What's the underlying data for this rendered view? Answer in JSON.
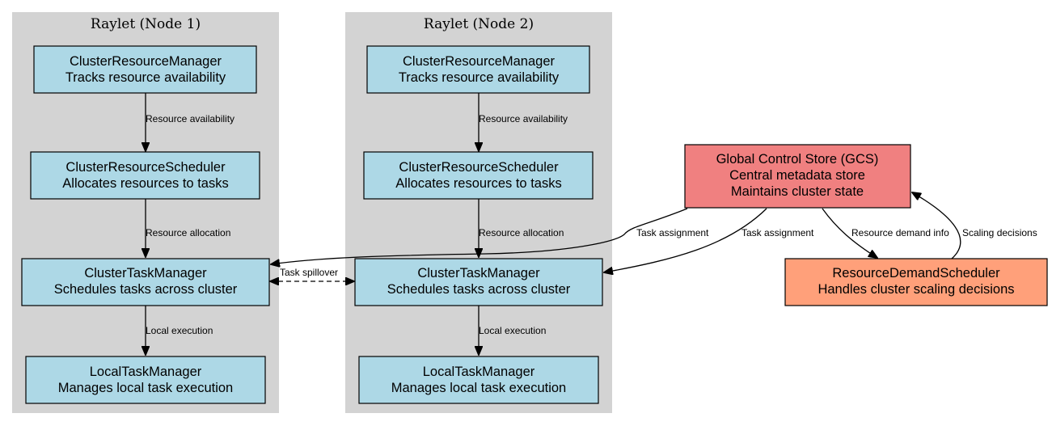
{
  "colors": {
    "cluster_bg": "#d3d3d3",
    "node_blue": "#add8e6",
    "gcs": "#f08080",
    "demand_scheduler": "#ffa07a"
  },
  "clusters": {
    "node1": {
      "title": "Raylet (Node 1)"
    },
    "node2": {
      "title": "Raylet (Node 2)"
    }
  },
  "nodes": {
    "crm1": {
      "line1": "ClusterResourceManager",
      "line2": "Tracks resource availability"
    },
    "crs1": {
      "line1": "ClusterResourceScheduler",
      "line2": "Allocates resources to tasks"
    },
    "ctm1": {
      "line1": "ClusterTaskManager",
      "line2": "Schedules tasks across cluster"
    },
    "ltm1": {
      "line1": "LocalTaskManager",
      "line2": "Manages local task execution"
    },
    "crm2": {
      "line1": "ClusterResourceManager",
      "line2": "Tracks resource availability"
    },
    "crs2": {
      "line1": "ClusterResourceScheduler",
      "line2": "Allocates resources to tasks"
    },
    "ctm2": {
      "line1": "ClusterTaskManager",
      "line2": "Schedules tasks across cluster"
    },
    "ltm2": {
      "line1": "LocalTaskManager",
      "line2": "Manages local task execution"
    },
    "gcs": {
      "line1": "Global Control Store (GCS)",
      "line2": "Central metadata store",
      "line3": "Maintains cluster state"
    },
    "rds": {
      "line1": "ResourceDemandScheduler",
      "line2": "Handles cluster scaling decisions"
    }
  },
  "edges": {
    "crm1_crs1": "Resource availability",
    "crs1_ctm1": "Resource allocation",
    "ctm1_ltm1": "Local execution",
    "crm2_crs2": "Resource availability",
    "crs2_ctm2": "Resource allocation",
    "ctm2_ltm2": "Local execution",
    "spillover": "Task spillover",
    "gcs_ctm1": "Task assignment",
    "gcs_ctm2": "Task assignment",
    "gcs_rds": "Resource demand info",
    "rds_gcs": "Scaling decisions"
  }
}
